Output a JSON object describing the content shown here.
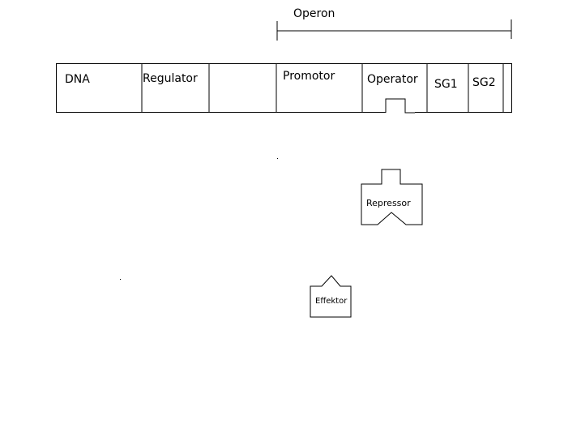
{
  "operon_label": "Operon",
  "dna": {
    "segments": [
      {
        "key": "dna",
        "label": "DNA"
      },
      {
        "key": "regulator",
        "label": "Regulator"
      },
      {
        "key": "blank",
        "label": ""
      },
      {
        "key": "promotor",
        "label": "Promotor"
      },
      {
        "key": "operator",
        "label": "Operator"
      },
      {
        "key": "sg1",
        "label": "SG1"
      },
      {
        "key": "sg2",
        "label": "SG2"
      }
    ]
  },
  "repressor_label": "Repressor",
  "effektor_label": "Effektor"
}
